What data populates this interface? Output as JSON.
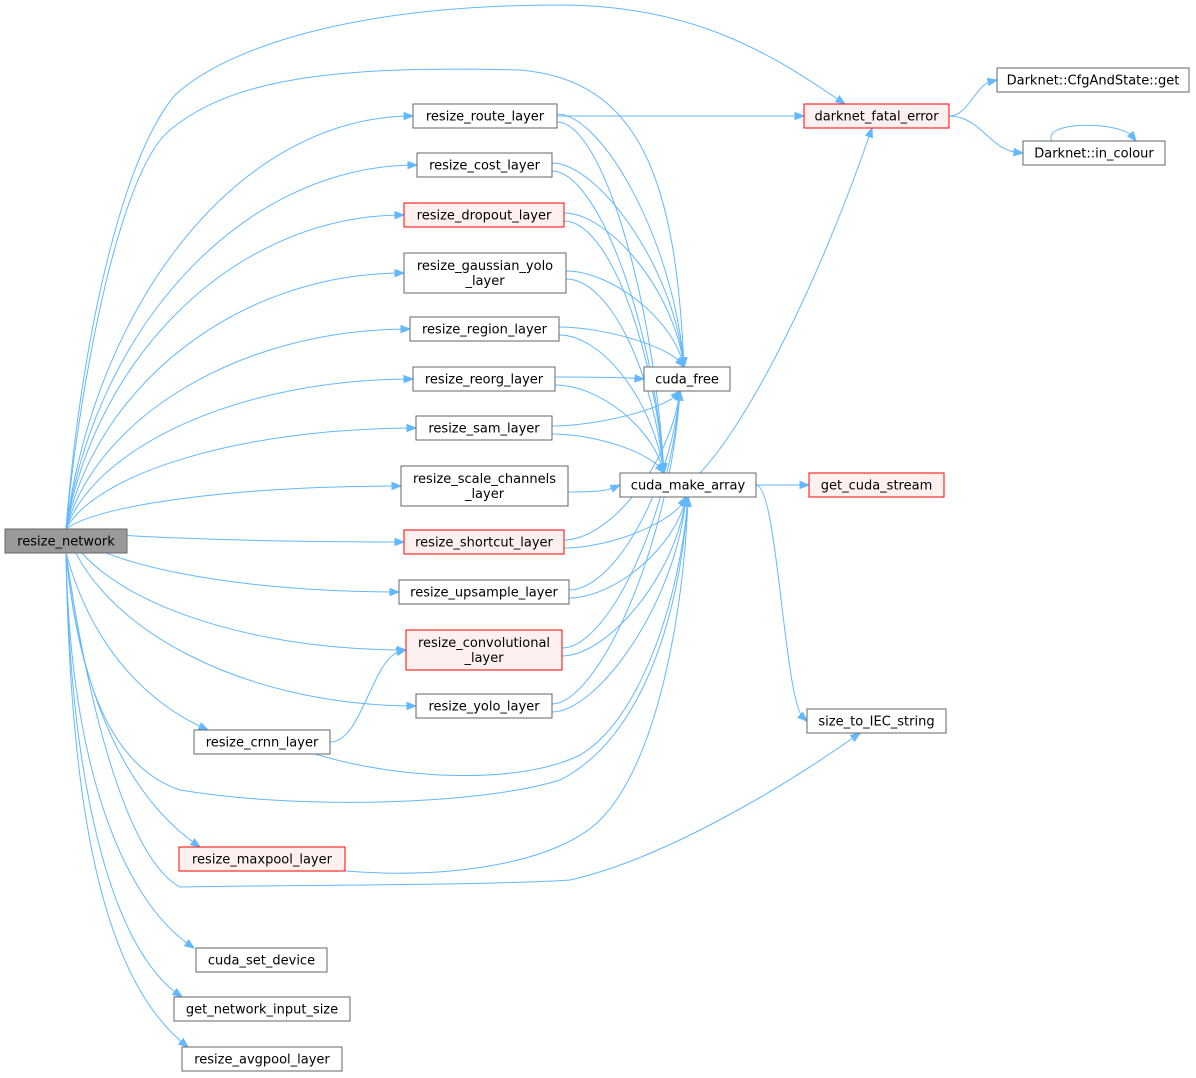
{
  "diagram": {
    "colors": {
      "edge": "#63b8ff",
      "node_border": "#666666",
      "error_border": "#ff0000",
      "error_fill": "#fff0f0",
      "root_fill": "#999999"
    },
    "nodes": [
      {
        "id": "resize_network",
        "lines": [
          "resize_network"
        ],
        "style": "root"
      },
      {
        "id": "resize_route_layer",
        "lines": [
          "resize_route_layer"
        ],
        "style": "plain"
      },
      {
        "id": "resize_cost_layer",
        "lines": [
          "resize_cost_layer"
        ],
        "style": "plain"
      },
      {
        "id": "resize_dropout_layer",
        "lines": [
          "resize_dropout_layer"
        ],
        "style": "red"
      },
      {
        "id": "resize_gaussian_yolo_layer",
        "lines": [
          "resize_gaussian_yolo",
          "_layer"
        ],
        "style": "plain"
      },
      {
        "id": "resize_region_layer",
        "lines": [
          "resize_region_layer"
        ],
        "style": "plain"
      },
      {
        "id": "resize_reorg_layer",
        "lines": [
          "resize_reorg_layer"
        ],
        "style": "plain"
      },
      {
        "id": "resize_sam_layer",
        "lines": [
          "resize_sam_layer"
        ],
        "style": "plain"
      },
      {
        "id": "resize_scale_channels_layer",
        "lines": [
          "resize_scale_channels",
          "_layer"
        ],
        "style": "plain"
      },
      {
        "id": "resize_shortcut_layer",
        "lines": [
          "resize_shortcut_layer"
        ],
        "style": "red"
      },
      {
        "id": "resize_upsample_layer",
        "lines": [
          "resize_upsample_layer"
        ],
        "style": "plain"
      },
      {
        "id": "resize_convolutional_layer",
        "lines": [
          "resize_convolutional",
          "_layer"
        ],
        "style": "red"
      },
      {
        "id": "resize_yolo_layer",
        "lines": [
          "resize_yolo_layer"
        ],
        "style": "plain"
      },
      {
        "id": "resize_crnn_layer",
        "lines": [
          "resize_crnn_layer"
        ],
        "style": "plain"
      },
      {
        "id": "resize_maxpool_layer",
        "lines": [
          "resize_maxpool_layer"
        ],
        "style": "red"
      },
      {
        "id": "cuda_set_device",
        "lines": [
          "cuda_set_device"
        ],
        "style": "plain"
      },
      {
        "id": "get_network_input_size",
        "lines": [
          "get_network_input_size"
        ],
        "style": "plain"
      },
      {
        "id": "resize_avgpool_layer",
        "lines": [
          "resize_avgpool_layer"
        ],
        "style": "plain"
      },
      {
        "id": "darknet_fatal_error",
        "lines": [
          "darknet_fatal_error"
        ],
        "style": "red"
      },
      {
        "id": "cuda_free",
        "lines": [
          "cuda_free"
        ],
        "style": "plain"
      },
      {
        "id": "cuda_make_array",
        "lines": [
          "cuda_make_array"
        ],
        "style": "plain"
      },
      {
        "id": "get_cuda_stream",
        "lines": [
          "get_cuda_stream"
        ],
        "style": "red"
      },
      {
        "id": "size_to_IEC_string",
        "lines": [
          "size_to_IEC_string"
        ],
        "style": "plain"
      },
      {
        "id": "darknet_cfgandstate_get",
        "lines": [
          "Darknet::CfgAndState::get"
        ],
        "style": "plain"
      },
      {
        "id": "darknet_in_colour",
        "lines": [
          "Darknet::in_colour"
        ],
        "style": "plain"
      }
    ],
    "edges": [
      [
        "resize_network",
        "darknet_fatal_error"
      ],
      [
        "resize_network",
        "resize_route_layer"
      ],
      [
        "resize_network",
        "cuda_free"
      ],
      [
        "resize_network",
        "resize_cost_layer"
      ],
      [
        "resize_network",
        "resize_dropout_layer"
      ],
      [
        "resize_network",
        "resize_gaussian_yolo_layer"
      ],
      [
        "resize_network",
        "resize_region_layer"
      ],
      [
        "resize_network",
        "resize_reorg_layer"
      ],
      [
        "resize_network",
        "resize_sam_layer"
      ],
      [
        "resize_network",
        "resize_scale_channels_layer"
      ],
      [
        "resize_network",
        "resize_shortcut_layer"
      ],
      [
        "resize_network",
        "resize_upsample_layer"
      ],
      [
        "resize_network",
        "resize_convolutional_layer"
      ],
      [
        "resize_network",
        "resize_yolo_layer"
      ],
      [
        "resize_network",
        "resize_crnn_layer"
      ],
      [
        "resize_network",
        "cuda_make_array"
      ],
      [
        "resize_network",
        "resize_maxpool_layer"
      ],
      [
        "resize_network",
        "size_to_IEC_string"
      ],
      [
        "resize_network",
        "cuda_set_device"
      ],
      [
        "resize_network",
        "get_network_input_size"
      ],
      [
        "resize_network",
        "resize_avgpool_layer"
      ],
      [
        "resize_route_layer",
        "darknet_fatal_error"
      ],
      [
        "resize_route_layer",
        "cuda_free"
      ],
      [
        "resize_route_layer",
        "cuda_make_array"
      ],
      [
        "resize_cost_layer",
        "cuda_free"
      ],
      [
        "resize_cost_layer",
        "cuda_make_array"
      ],
      [
        "resize_dropout_layer",
        "cuda_free"
      ],
      [
        "resize_dropout_layer",
        "cuda_make_array"
      ],
      [
        "resize_gaussian_yolo_layer",
        "cuda_free"
      ],
      [
        "resize_gaussian_yolo_layer",
        "cuda_make_array"
      ],
      [
        "resize_region_layer",
        "cuda_free"
      ],
      [
        "resize_region_layer",
        "cuda_make_array"
      ],
      [
        "resize_reorg_layer",
        "cuda_free"
      ],
      [
        "resize_reorg_layer",
        "cuda_make_array"
      ],
      [
        "resize_sam_layer",
        "cuda_free"
      ],
      [
        "resize_sam_layer",
        "cuda_make_array"
      ],
      [
        "resize_scale_channels_layer",
        "cuda_make_array"
      ],
      [
        "resize_shortcut_layer",
        "cuda_free"
      ],
      [
        "resize_shortcut_layer",
        "cuda_make_array"
      ],
      [
        "resize_upsample_layer",
        "cuda_free"
      ],
      [
        "resize_upsample_layer",
        "cuda_make_array"
      ],
      [
        "resize_convolutional_layer",
        "cuda_free"
      ],
      [
        "resize_convolutional_layer",
        "cuda_make_array"
      ],
      [
        "resize_yolo_layer",
        "cuda_free"
      ],
      [
        "resize_yolo_layer",
        "cuda_make_array"
      ],
      [
        "resize_crnn_layer",
        "resize_convolutional_layer"
      ],
      [
        "resize_crnn_layer",
        "cuda_make_array"
      ],
      [
        "resize_maxpool_layer",
        "cuda_make_array"
      ],
      [
        "cuda_make_array",
        "darknet_fatal_error"
      ],
      [
        "cuda_make_array",
        "get_cuda_stream"
      ],
      [
        "cuda_make_array",
        "size_to_IEC_string"
      ],
      [
        "darknet_fatal_error",
        "darknet_cfgandstate_get"
      ],
      [
        "darknet_fatal_error",
        "darknet_in_colour"
      ],
      [
        "darknet_in_colour",
        "darknet_in_colour"
      ]
    ]
  }
}
